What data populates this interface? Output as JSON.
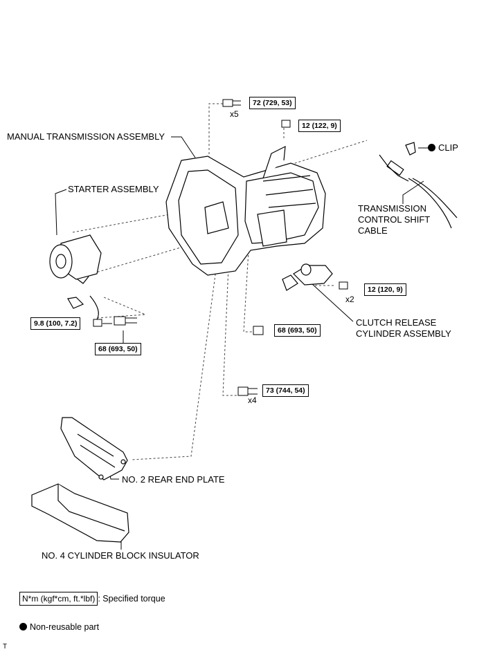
{
  "parts": {
    "manual_transmission": "MANUAL TRANSMISSION ASSEMBLY",
    "starter": "STARTER ASSEMBLY",
    "clip": "CLIP",
    "shift_cable_1": "TRANSMISSION",
    "shift_cable_2": "CONTROL SHIFT",
    "shift_cable_3": "CABLE",
    "clutch_cylinder_1": "CLUTCH RELEASE",
    "clutch_cylinder_2": "CYLINDER ASSEMBLY",
    "rear_end_plate": "NO. 2 REAR END PLATE",
    "block_insulator": "NO. 4 CYLINDER BLOCK INSULATOR"
  },
  "torques": {
    "t72": "72 (729, 53)",
    "t12a": "12 (122, 9)",
    "t12b": "12 (120, 9)",
    "t98": "9.8 (100, 7.2)",
    "t68a": "68 (693, 50)",
    "t68b": "68 (693, 50)",
    "t73": "73 (744, 54)"
  },
  "multipliers": {
    "x5": "x5",
    "x2": "x2",
    "x4": "x4"
  },
  "legend": {
    "torque_units": "N*m (kgf*cm, ft.*lbf)",
    "torque_desc": ": Specified torque",
    "nonreusable": "Non-reusable part"
  },
  "corner_mark": "T"
}
